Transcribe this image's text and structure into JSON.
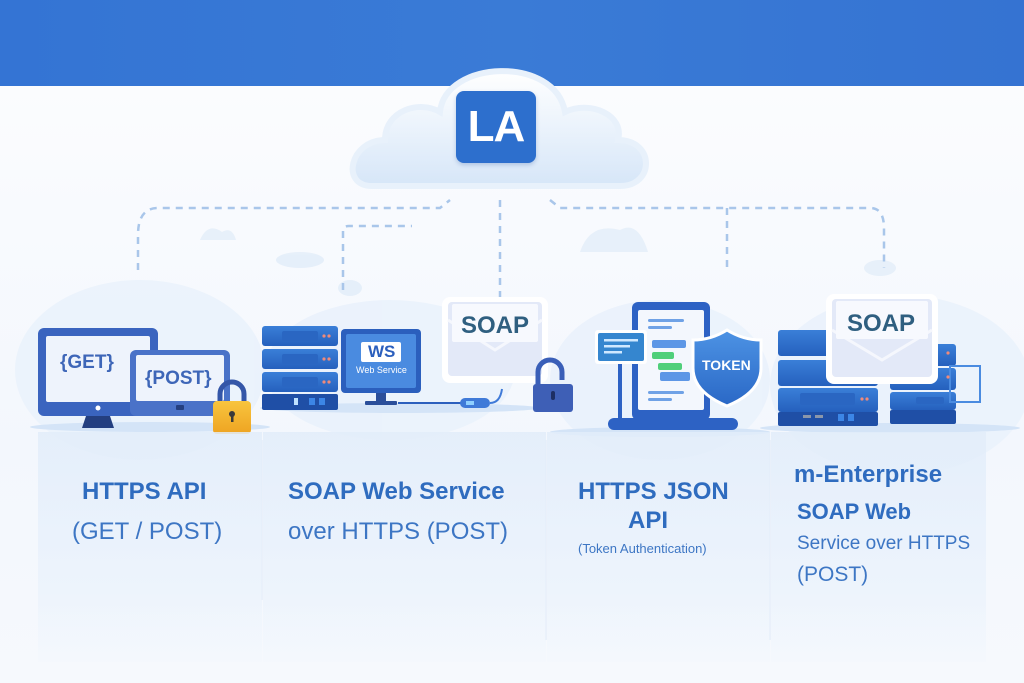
{
  "logo": {
    "text": "LA"
  },
  "services": [
    {
      "title": "HTTPS API",
      "subtitle": "(GET / POST)",
      "screen_labels": [
        "{GET}",
        "{POST}"
      ],
      "icons": [
        "desktop-monitor",
        "tablet",
        "padlock"
      ]
    },
    {
      "title": "SOAP Web Service",
      "subtitle": "over HTTPS (POST)",
      "ws_badge": "WS",
      "ws_caption": "Web Service",
      "envelope_label": "SOAP",
      "icons": [
        "server-rack",
        "monitor",
        "envelope",
        "padlock",
        "connector"
      ]
    },
    {
      "title_line1": "HTTPS JSON",
      "title_line2": "API",
      "subtitle": "(Token Authentication)",
      "shield_label": "TOKEN",
      "icons": [
        "kiosk-display",
        "chat-panel",
        "shield"
      ]
    },
    {
      "title_line1": "m-Enterprise",
      "title_line2": "SOAP Web",
      "subtitle_line1": "Service over HTTPS",
      "subtitle_line2": "(POST)",
      "envelope_label": "SOAP",
      "icons": [
        "server-rack",
        "envelope",
        "server-rack"
      ]
    }
  ],
  "colors": {
    "header_band": "#3474d4",
    "logo_bg": "#2d6fcd",
    "title_text": "#2f6cbf",
    "lock_gold": "#f3b52e",
    "soap_text": "#2f5f80"
  }
}
